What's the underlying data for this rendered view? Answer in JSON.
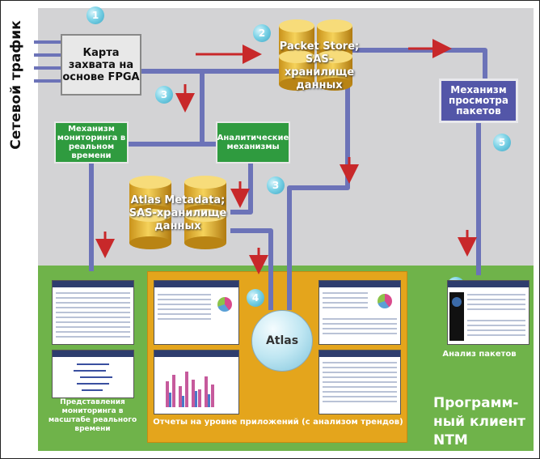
{
  "side_label": "Сетевой трафик",
  "boxes": {
    "fpga": "Карта захвата на основе FPGA",
    "packet_store": "Packet Store; SAS-хранилище данных",
    "viewer": "Механизм просмотра пакетов",
    "monitoring": "Механизм мониторинга в реальном времени",
    "analytics": "Аналитические механизмы",
    "atlas_metadata": "Atlas Metadata; SAS-хранилище данных",
    "atlas": "Atlas"
  },
  "badges": [
    "1",
    "2",
    "3",
    "3",
    "4",
    "5",
    "5"
  ],
  "captions": {
    "monitoring_views": "Представления мониторинга в масштабе реального времени",
    "app_reports": "Отчеты на уровне приложений (с анализом трендов)",
    "packet_analysis": "Анализ пакетов",
    "client": "Программ-ный клиент NTM"
  },
  "colors": {
    "gray_zone": "#d3d3d5",
    "green_zone": "#6fb34a",
    "orange_zone": "#e4a51c",
    "flow_line": "#6c73b8",
    "arrow": "#c8282a",
    "cylinder": "#f0c23c"
  }
}
